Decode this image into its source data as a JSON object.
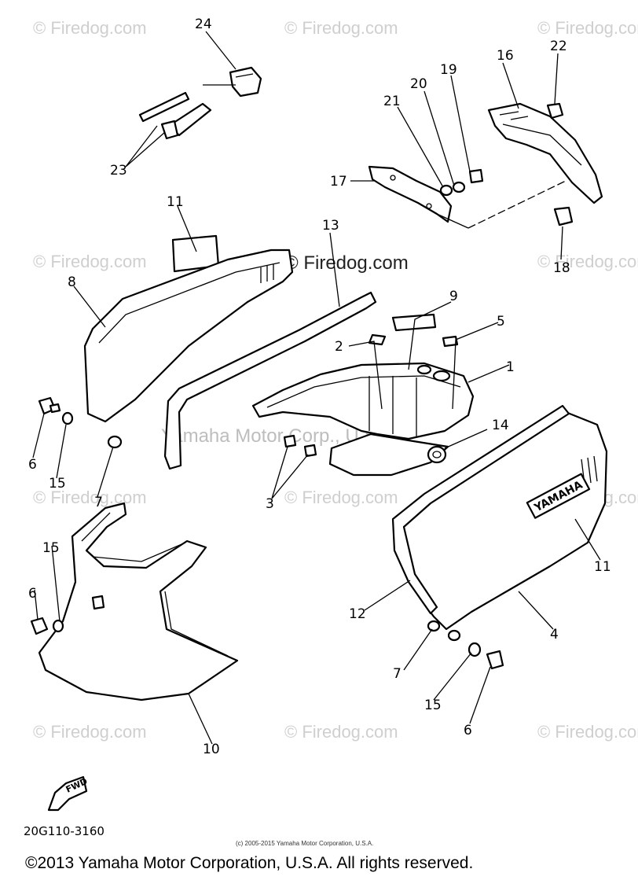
{
  "watermark": {
    "text": "© Firedog.com",
    "overlay": "Yamaha Motor Corp., U.S.A."
  },
  "callouts": {
    "p1": "1",
    "p2": "2",
    "p3": "3",
    "p4": "4",
    "p5": "5",
    "p6a": "6",
    "p6b": "6",
    "p6c": "6",
    "p7a": "7",
    "p7b": "7",
    "p8": "8",
    "p9": "9",
    "p10": "10",
    "p11a": "11",
    "p11b": "11",
    "p12": "12",
    "p13": "13",
    "p14": "14",
    "p15a": "15",
    "p15b": "15",
    "p15c": "15",
    "p16": "16",
    "p17": "17",
    "p18": "18",
    "p19": "19",
    "p20": "20",
    "p21": "21",
    "p22": "22",
    "p23": "23",
    "p24": "24"
  },
  "fwd_label": "FWD",
  "badge_text": "YAMAHA",
  "diagram_code": "20G110-3160",
  "small_copyright": "(c) 2005-2015 Yamaha Motor Corporation, U.S.A.",
  "footer_copyright": "©2013 Yamaha Motor Corporation, U.S.A. All rights reserved."
}
